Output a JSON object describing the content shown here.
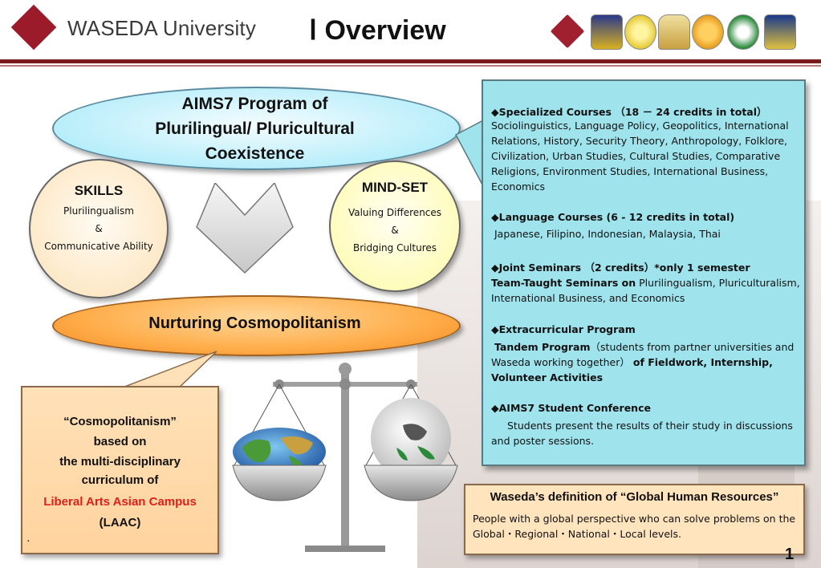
{
  "header": {
    "logo_text": "WASEDA University",
    "title": "Ⅰ Overview",
    "partner_emblems": [
      "emblem-1",
      "emblem-2",
      "emblem-3",
      "emblem-4",
      "emblem-5",
      "emblem-6",
      "emblem-7"
    ]
  },
  "program": {
    "line1": "AIMS7  Program of",
    "line2": "Plurilingual/ Pluricultural",
    "line3": "Coexistence"
  },
  "skills": {
    "title": "SKILLS",
    "line1": "Plurilingualism",
    "line2": "&",
    "line3": "Communicative Ability"
  },
  "mindset": {
    "title": "MIND-SET",
    "line1": "Valuing Differences",
    "line2": "&",
    "line3": "Bridging Cultures"
  },
  "nurture": "Nurturing Cosmopolitanism",
  "cosmo_box": {
    "line1": "“Cosmopolitanism”",
    "line2": "based on",
    "line3": "the multi-disciplinary",
    "line4": "curriculum of",
    "line5": "Liberal Arts Asian Campus",
    "line6": "(LAAC)",
    "dot": ".",
    "highlight_color": "#e0201a"
  },
  "info": {
    "specialized_heading": "◆Specialized Courses （18 － 24  credits in total）",
    "specialized_body": "Sociolinguistics, Language Policy, Geopolitics, International Relations, History, Security Theory, Anthropology, Folklore, Civilization, Urban Studies, Cultural Studies, Comparative Religions, Environment Studies, International Business, Economics",
    "language_heading": "◆Language Courses (6 - 12 credits in total)",
    "language_body": "Japanese, Filipino, Indonesian, Malaysia, Thai",
    "joint_heading": "◆Joint Seminars （2 credits）*only 1 semester",
    "joint_bold": "Team-Taught Seminars on",
    "joint_body": "Plurilingualism, Pluriculturalism, International Business, and Economics",
    "extra_heading": "◆Extracurricular Program",
    "extra_bold1": "Tandem Program",
    "extra_body1": "（students from partner universities and Waseda working together）",
    "extra_bold2": "of Fieldwork, Internship, Volunteer Activities",
    "conf_heading": "◆AIMS7 Student Conference",
    "conf_body": "Students present the results of their study in discussions and poster sessions."
  },
  "definition": {
    "title": "Waseda’s definition of “Global Human Resources”",
    "body": "People with a global perspective who can solve problems on the Global・Regional・National・Local levels."
  },
  "page_number": "1",
  "colors": {
    "brand": "#9b1b2a",
    "info_box": "#9fe3ed",
    "nurture": "#ffad4a"
  }
}
